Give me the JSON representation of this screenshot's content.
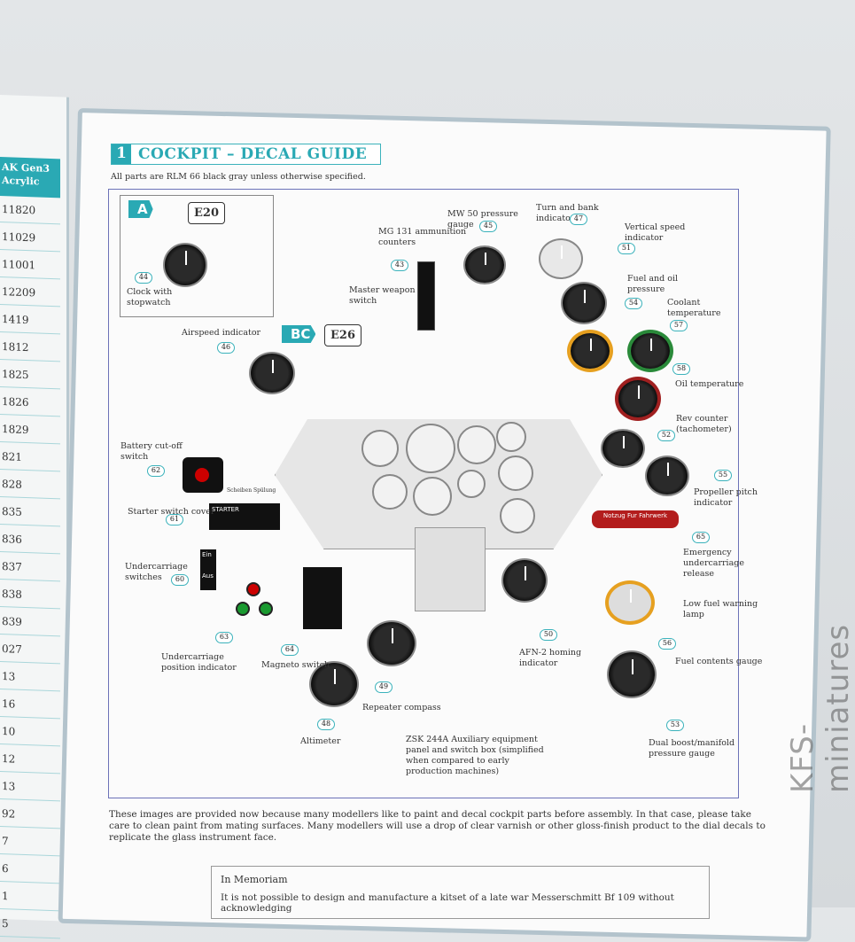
{
  "left_page": {
    "header": "AK Gen3 Acrylic",
    "values": [
      "11820",
      "11029",
      "11001",
      "12209",
      "1419",
      "1812",
      "1825",
      "1826",
      "1829",
      "821",
      "828",
      "835",
      "836",
      "837",
      "838",
      "839",
      "027",
      "13",
      "16",
      "10",
      "12",
      "13",
      "92",
      "7",
      "6",
      "1",
      "5"
    ]
  },
  "header": {
    "number": "1",
    "title": "COCKPIT – DECAL GUIDE"
  },
  "subtitle": "All parts are RLM 66 black gray unless otherwise specified.",
  "tags": {
    "a": "A",
    "e20": "E20",
    "bc": "BC",
    "e26": "E26"
  },
  "callouts": [
    {
      "num": "44",
      "label": "Clock with stopwatch"
    },
    {
      "num": "43",
      "label": "MG 131 ammunition counters"
    },
    {
      "num": "45",
      "label": "MW 50 pressure gauge"
    },
    {
      "num": "47",
      "label": "Turn and bank indicator"
    },
    {
      "num": "51",
      "label": "Vertical speed indicator"
    },
    {
      "num": "54",
      "label": "Fuel and oil pressure"
    },
    {
      "num": "57",
      "label": "Coolant temperature"
    },
    {
      "num": "58",
      "label": "Oil temperature"
    },
    {
      "num": "52",
      "label": "Rev counter (tachometer)"
    },
    {
      "num": "55",
      "label": "Propeller pitch indicator"
    },
    {
      "num": "65",
      "label": "Emergency undercarriage release"
    },
    {
      "num": "",
      "label": "Low fuel warning lamp"
    },
    {
      "num": "56",
      "label": "Fuel contents gauge"
    },
    {
      "num": "53",
      "label": "Dual boost/manifold pressure gauge"
    },
    {
      "num": "50",
      "label": "AFN-2 homing indicator"
    },
    {
      "num": "",
      "label": "ZSK 244A Auxiliary equipment panel and switch box (simplified when compared to early production machines)"
    },
    {
      "num": "49",
      "label": "Repeater compass"
    },
    {
      "num": "48",
      "label": "Altimeter"
    },
    {
      "num": "64",
      "label": "Magneto switch"
    },
    {
      "num": "63",
      "label": "Undercarriage position indicator"
    },
    {
      "num": "60",
      "label": "Undercarriage switches"
    },
    {
      "num": "61",
      "label": "Starter switch cover"
    },
    {
      "num": "62",
      "label": "Battery cut-off switch"
    },
    {
      "num": "46",
      "label": "Airspeed indicator"
    },
    {
      "num": "",
      "label": "Master weapon switch"
    }
  ],
  "decal_text": {
    "emergency": "Notzug Fur Fahrwerk",
    "starter": "STARTER",
    "switch_ein": "Ein",
    "switch_aus": "Aus",
    "battery": "Scheiben Spülung"
  },
  "paragraph": "These images are provided now because many modellers like to paint and decal cockpit parts before assembly. In that case, please take care to clean paint from mating surfaces. Many modellers will use a drop of clear varnish or other gloss-finish product to the dial decals to replicate the glass instrument face.",
  "memoriam": {
    "title": "In Memoriam",
    "text": "It is not possible to design and manufacture a kitset of a late war Messerschmitt Bf 109 without acknowledging"
  },
  "watermark": "KFS-miniatures"
}
